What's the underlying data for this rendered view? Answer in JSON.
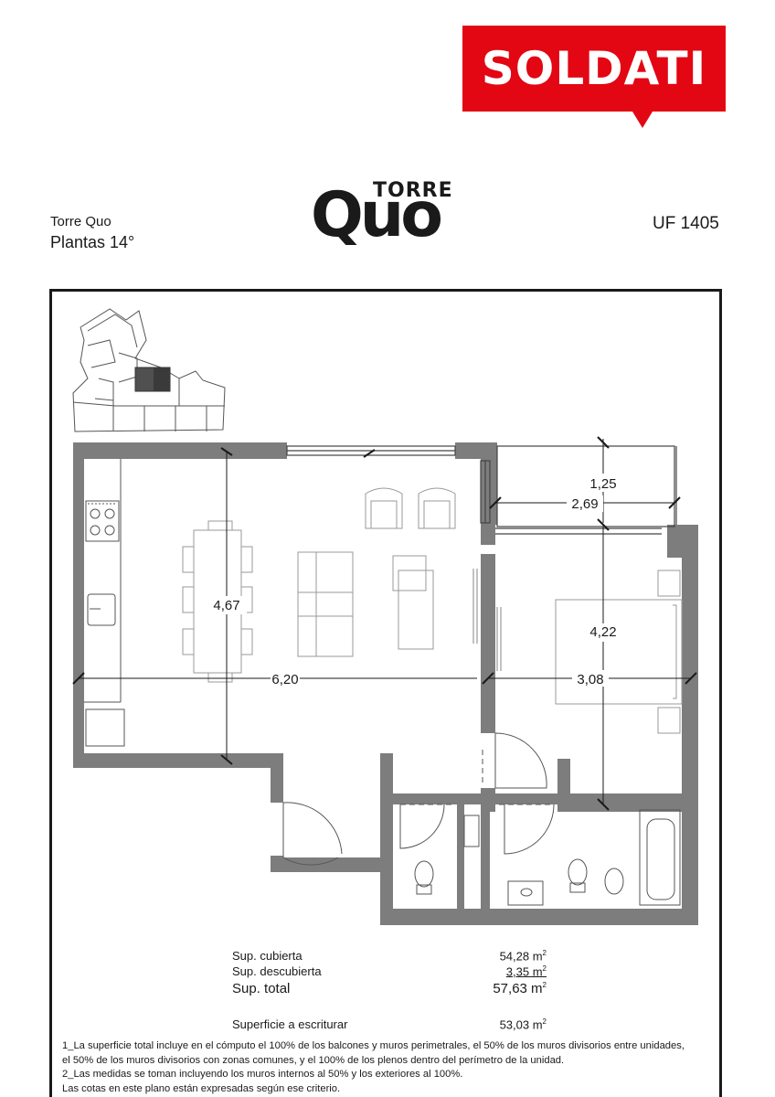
{
  "brand": {
    "name": "SOLDATI",
    "color": "#e30613"
  },
  "header": {
    "project_name": "Torre Quo",
    "plant_label": "Plantas 14°",
    "unit_label": "UF 1405",
    "tower_logo_small": "TORRE",
    "tower_logo_big": "Quo"
  },
  "plan": {
    "dimensions": {
      "living_width": "6,20",
      "living_height": "4,67",
      "balcony_depth": "1,25",
      "balcony_width": "2,69",
      "bedroom_height": "4,22",
      "bedroom_width": "3,08"
    },
    "colors": {
      "wall": "#7d7d7d",
      "highlight": "#505050",
      "furniture": "#9a9a9a"
    }
  },
  "surfaces": {
    "covered_label": "Sup. cubierta",
    "covered_value": "54,28 m",
    "uncovered_label": "Sup. descubierta",
    "uncovered_value": "3,35 m",
    "total_label": "Sup. total",
    "total_value": "57,63 m",
    "deed_label": "Superficie a escriturar",
    "deed_value": "53,03 m",
    "unit_exponent": "2"
  },
  "notes": [
    "1_La superficie total incluye en el cómputo el 100% de los balcones y muros perimetrales, el 50% de los muros divisorios entre unidades,",
    "el 50% de los muros divisorios con zonas comunes, y el 100% de los plenos dentro del perímetro de la unidad.",
    "2_Las medidas se toman incluyendo los muros internos al 50% y los exteriores al 100%.",
    "Las cotas en este plano están expresadas según ese criterio."
  ]
}
